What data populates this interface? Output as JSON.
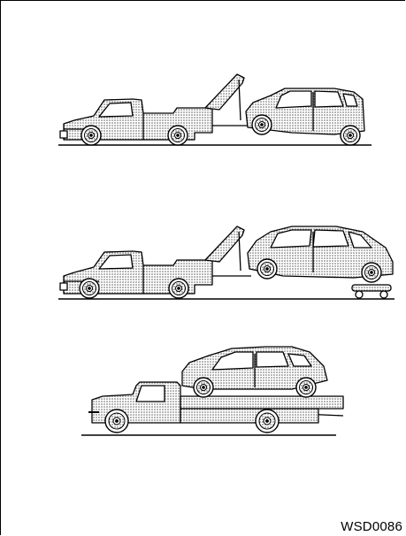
{
  "figure_code": "WSD0086",
  "colors": {
    "ink": "#000000",
    "paper": "#ffffff",
    "shade": "#bdbdbd"
  },
  "scenes": [
    {
      "name": "wheel-lift-tow-front-wheels-raised"
    },
    {
      "name": "wheel-lift-tow-with-dollies"
    },
    {
      "name": "flatbed-carrier"
    }
  ]
}
